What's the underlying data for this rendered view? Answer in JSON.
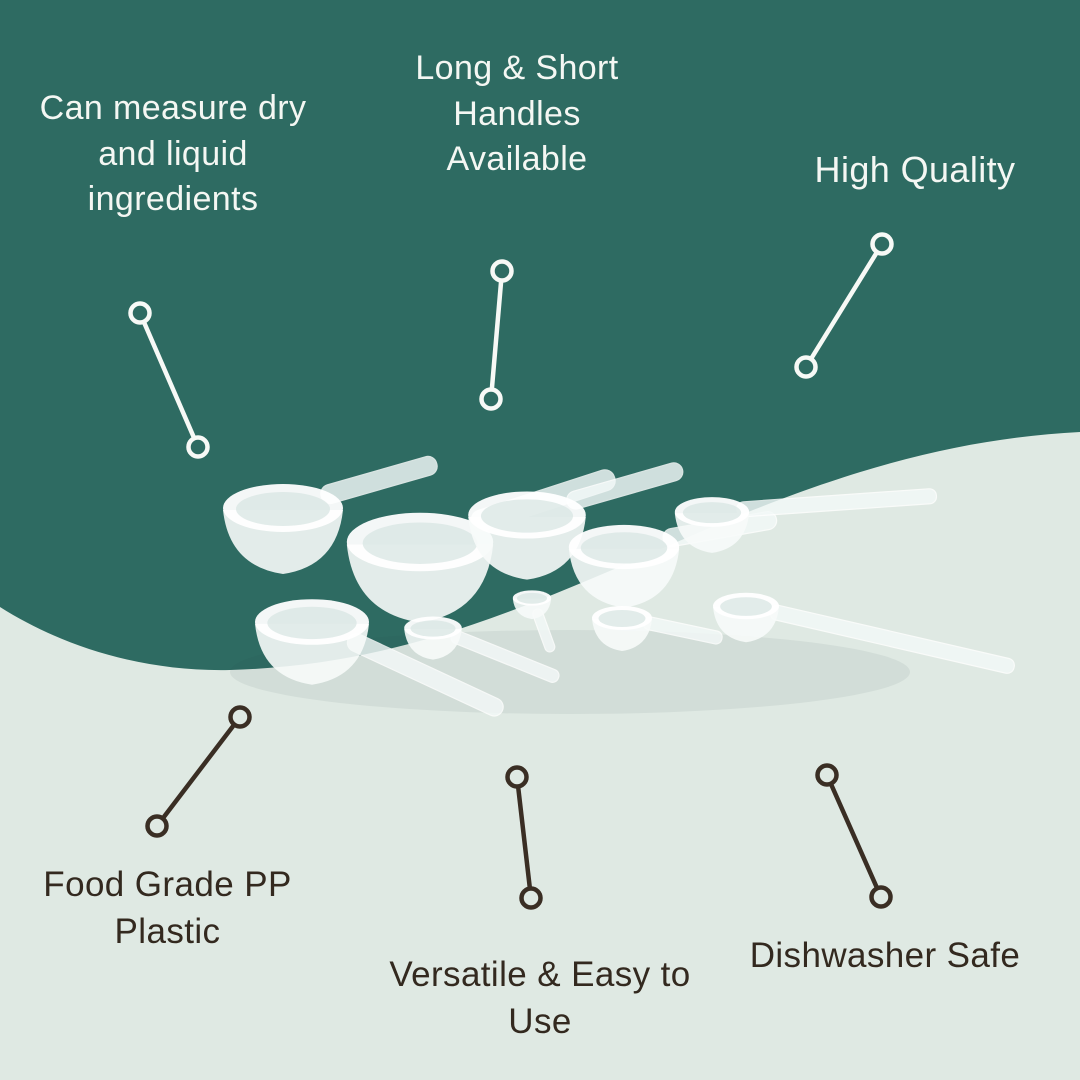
{
  "colors": {
    "teal_background": "#2e6b62",
    "light_background": "#dfe9e3",
    "light_text": "#f4f7f3",
    "dark_text": "#33291f",
    "dark_connector": "#3a2e24",
    "white_connector": "#f7f9f6"
  },
  "callouts": {
    "measure": {
      "lines": [
        "Can measure dry",
        "and liquid",
        "ingredients"
      ]
    },
    "handles": {
      "lines": [
        "Long & Short",
        "Handles",
        "Available"
      ]
    },
    "quality": {
      "lines": [
        "High Quality"
      ]
    },
    "food_grade": {
      "lines": [
        "Food Grade PP",
        "Plastic"
      ]
    },
    "versatile": {
      "lines": [
        "Versatile & Easy to",
        "Use"
      ]
    },
    "dishwasher": {
      "lines": [
        "Dishwasher Safe"
      ]
    }
  },
  "product": {
    "icon": "measuring-scoops-photo"
  }
}
